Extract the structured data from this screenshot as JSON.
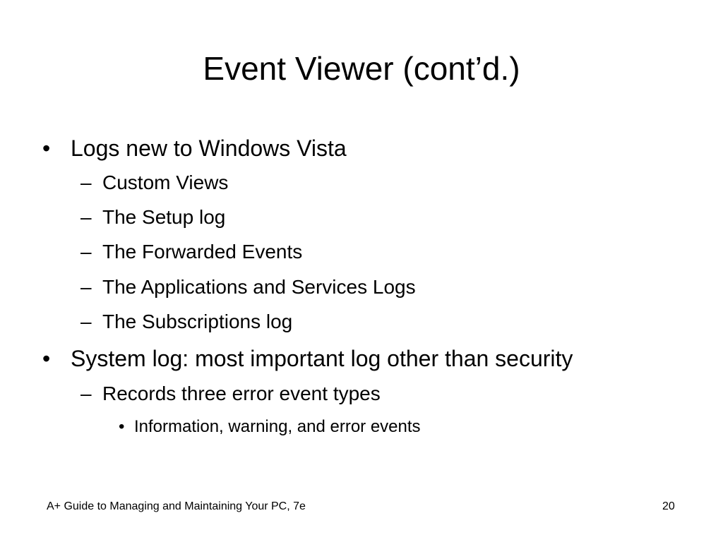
{
  "slide": {
    "title": "Event Viewer (cont’d.)",
    "bullets": [
      {
        "text": "Logs new to Windows Vista",
        "marker": "•",
        "children": [
          {
            "text": "Custom Views",
            "marker": "–"
          },
          {
            "text": "The Setup log",
            "marker": "–"
          },
          {
            "text": "The Forwarded Events",
            "marker": "–"
          },
          {
            "text": "The Applications and Services Logs",
            "marker": "–"
          },
          {
            "text": "The Subscriptions log",
            "marker": "–"
          }
        ]
      },
      {
        "text": "System log: most important log other than security",
        "marker": "•",
        "children": [
          {
            "text": "Records three error event types",
            "marker": "–",
            "children": [
              {
                "text": "Information, warning, and error events",
                "marker": "•"
              }
            ]
          }
        ]
      }
    ],
    "footer": {
      "left": "A+ Guide to Managing and Maintaining Your PC, 7e",
      "page_number": "20"
    }
  }
}
